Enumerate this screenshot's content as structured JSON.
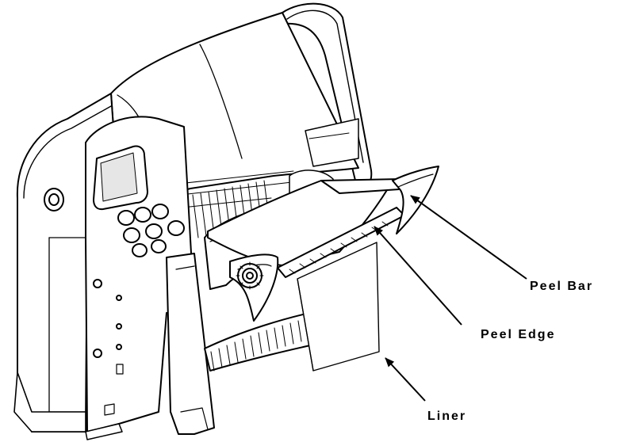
{
  "figure": {
    "callouts": [
      {
        "id": "peel-bar",
        "label": "Peel Bar"
      },
      {
        "id": "peel-edge",
        "label": "Peel Edge"
      },
      {
        "id": "liner",
        "label": "Liner"
      }
    ]
  },
  "colors": {
    "line": "#000000",
    "fill": "#ffffff",
    "shade": "#e6e6e6"
  },
  "icons": {
    "device": "printer-with-peel-mechanism-illustration",
    "arrow": "callout-arrow"
  }
}
